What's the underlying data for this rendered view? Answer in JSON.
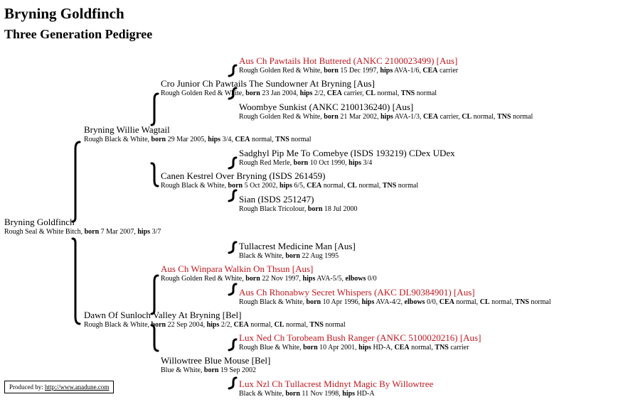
{
  "title": "Bryning Goldfinch",
  "subtitle": "Three Generation Pedigree",
  "pedigree": {
    "subject": {
      "name": "Bryning Goldfinch",
      "info": [
        [
          "Rough Seal & White Bitch, ",
          false
        ],
        [
          "born",
          true
        ],
        [
          " 7 Mar 2007, ",
          false
        ],
        [
          "hips",
          true
        ],
        [
          " 3/7",
          false
        ]
      ]
    },
    "sire": {
      "name": "Bryning Willie Wagtail",
      "info": [
        [
          "Rough Black & White, ",
          false
        ],
        [
          "born",
          true
        ],
        [
          " 29 Mar 2005, ",
          false
        ],
        [
          "hips",
          true
        ],
        [
          " 3/4, ",
          false
        ],
        [
          "CEA",
          true
        ],
        [
          " normal, ",
          false
        ],
        [
          "TNS",
          true
        ],
        [
          " normal",
          false
        ]
      ]
    },
    "sire_sire": {
      "name": "Cro Junior Ch Pawtails The Sundowner At Bryning [Aus]",
      "info": [
        [
          "Rough Golden Red & White, ",
          false
        ],
        [
          "born",
          true
        ],
        [
          " 23 Jan 2004, ",
          false
        ],
        [
          "hips",
          true
        ],
        [
          " 2/2, ",
          false
        ],
        [
          "CEA",
          true
        ],
        [
          " carrier, ",
          false
        ],
        [
          "CL",
          true
        ],
        [
          " normal, ",
          false
        ],
        [
          "TNS",
          true
        ],
        [
          " normal",
          false
        ]
      ]
    },
    "sire_sire_sire": {
      "name": "Aus Ch Pawtails Hot Buttered (ANKC 2100023499) [Aus]",
      "info": [
        [
          "Rough Golden Red & White, ",
          false
        ],
        [
          "born",
          true
        ],
        [
          " 15 Dec 1997, ",
          false
        ],
        [
          "hips",
          true
        ],
        [
          " AVA-1/6, ",
          false
        ],
        [
          "CEA",
          true
        ],
        [
          " carrier",
          false
        ]
      ]
    },
    "sire_sire_dam": {
      "name": "Woombye Sunkist (ANKC 2100136240) [Aus]",
      "info": [
        [
          "Rough Golden Red & White, ",
          false
        ],
        [
          "born",
          true
        ],
        [
          " 21 Mar 2002, ",
          false
        ],
        [
          "hips",
          true
        ],
        [
          " AVA-1/3, ",
          false
        ],
        [
          "CEA",
          true
        ],
        [
          " carrier, ",
          false
        ],
        [
          "CL",
          true
        ],
        [
          " normal, ",
          false
        ],
        [
          "TNS",
          true
        ],
        [
          " normal",
          false
        ]
      ]
    },
    "sire_dam": {
      "name": "Canen Kestrel Over Bryning (ISDS 261459)",
      "info": [
        [
          "Rough Black & White, ",
          false
        ],
        [
          "born",
          true
        ],
        [
          " 5 Oct 2002, ",
          false
        ],
        [
          "hips",
          true
        ],
        [
          " 6/5, ",
          false
        ],
        [
          "CEA",
          true
        ],
        [
          " normal, ",
          false
        ],
        [
          "CL",
          true
        ],
        [
          " normal, ",
          false
        ],
        [
          "TNS",
          true
        ],
        [
          " normal",
          false
        ]
      ]
    },
    "sire_dam_sire": {
      "name": "Sadghyl Pip Me To Comebye (ISDS 193219) CDex UDex",
      "info": [
        [
          "Rough Red Merle, ",
          false
        ],
        [
          "born",
          true
        ],
        [
          " 10 Oct 1990, ",
          false
        ],
        [
          "hips",
          true
        ],
        [
          " 3/4",
          false
        ]
      ]
    },
    "sire_dam_dam": {
      "name": "Sian (ISDS 251247)",
      "info": [
        [
          "Rough Black Tricolour, ",
          false
        ],
        [
          "born",
          true
        ],
        [
          " 18 Jul 2000",
          false
        ]
      ]
    },
    "dam": {
      "name": "Dawn Of Sunloch Valley At Bryning [Bel]",
      "info": [
        [
          "Rough Black & White, ",
          false
        ],
        [
          "born",
          true
        ],
        [
          " 22 Sep 2004, ",
          false
        ],
        [
          "hips",
          true
        ],
        [
          " 2/2, ",
          false
        ],
        [
          "CEA",
          true
        ],
        [
          " normal, ",
          false
        ],
        [
          "CL",
          true
        ],
        [
          " normal, ",
          false
        ],
        [
          "TNS",
          true
        ],
        [
          " normal",
          false
        ]
      ]
    },
    "dam_sire": {
      "name": "Aus Ch Winpara Walkin On Thsun [Aus]",
      "info": [
        [
          "Rough Golden Red & White, ",
          false
        ],
        [
          "born",
          true
        ],
        [
          " 22 Nov 1997, ",
          false
        ],
        [
          "hips",
          true
        ],
        [
          " AVA-5/5, ",
          false
        ],
        [
          "elbows",
          true
        ],
        [
          " 0/0",
          false
        ]
      ]
    },
    "dam_sire_sire": {
      "name": "Tullacrest Medicine Man [Aus]",
      "info": [
        [
          "Black & White, ",
          false
        ],
        [
          "born",
          true
        ],
        [
          " 22 Aug 1995",
          false
        ]
      ]
    },
    "dam_sire_dam": {
      "name": "Aus Ch Rhonabwy Secret Whispers (AKC DL90384901) [Aus]",
      "info": [
        [
          "Rough Black & White, ",
          false
        ],
        [
          "born",
          true
        ],
        [
          " 10 Apr 1996, ",
          false
        ],
        [
          "hips",
          true
        ],
        [
          " AVA-4/2, ",
          false
        ],
        [
          "elbows",
          true
        ],
        [
          " 0/0, ",
          false
        ],
        [
          "CEA",
          true
        ],
        [
          " normal, ",
          false
        ],
        [
          "CL",
          true
        ],
        [
          " normal, ",
          false
        ],
        [
          "TNS",
          true
        ],
        [
          " normal",
          false
        ]
      ]
    },
    "dam_dam": {
      "name": "Willowtree Blue Mouse [Bel]",
      "info": [
        [
          "Blue & White, ",
          false
        ],
        [
          "born",
          true
        ],
        [
          " 19 Sep 2002",
          false
        ]
      ]
    },
    "dam_dam_sire": {
      "name": "Lux Ned Ch Torobeam Bush Ranger (ANKC 5100020216) [Aus]",
      "info": [
        [
          "Rough Blue & White, ",
          false
        ],
        [
          "born",
          true
        ],
        [
          " 10 Apr 2001, ",
          false
        ],
        [
          "hips",
          true
        ],
        [
          " HD-A, ",
          false
        ],
        [
          "CEA",
          true
        ],
        [
          " normal, ",
          false
        ],
        [
          "TNS",
          true
        ],
        [
          " carrier",
          false
        ]
      ]
    },
    "dam_dam_dam": {
      "name": "Lux Nzl Ch Tullacrest Midnyt Magic By Willowtree",
      "info": [
        [
          "Black & White, ",
          false
        ],
        [
          "born",
          true
        ],
        [
          " 11 Nov 1998, ",
          false
        ],
        [
          "hips",
          true
        ],
        [
          " HD-A",
          false
        ]
      ]
    }
  },
  "footer": {
    "label": "Produced by: ",
    "link": "http://www.anadune.com"
  },
  "colors": {
    "champion_red": "#c0181f",
    "text": "#000000"
  }
}
